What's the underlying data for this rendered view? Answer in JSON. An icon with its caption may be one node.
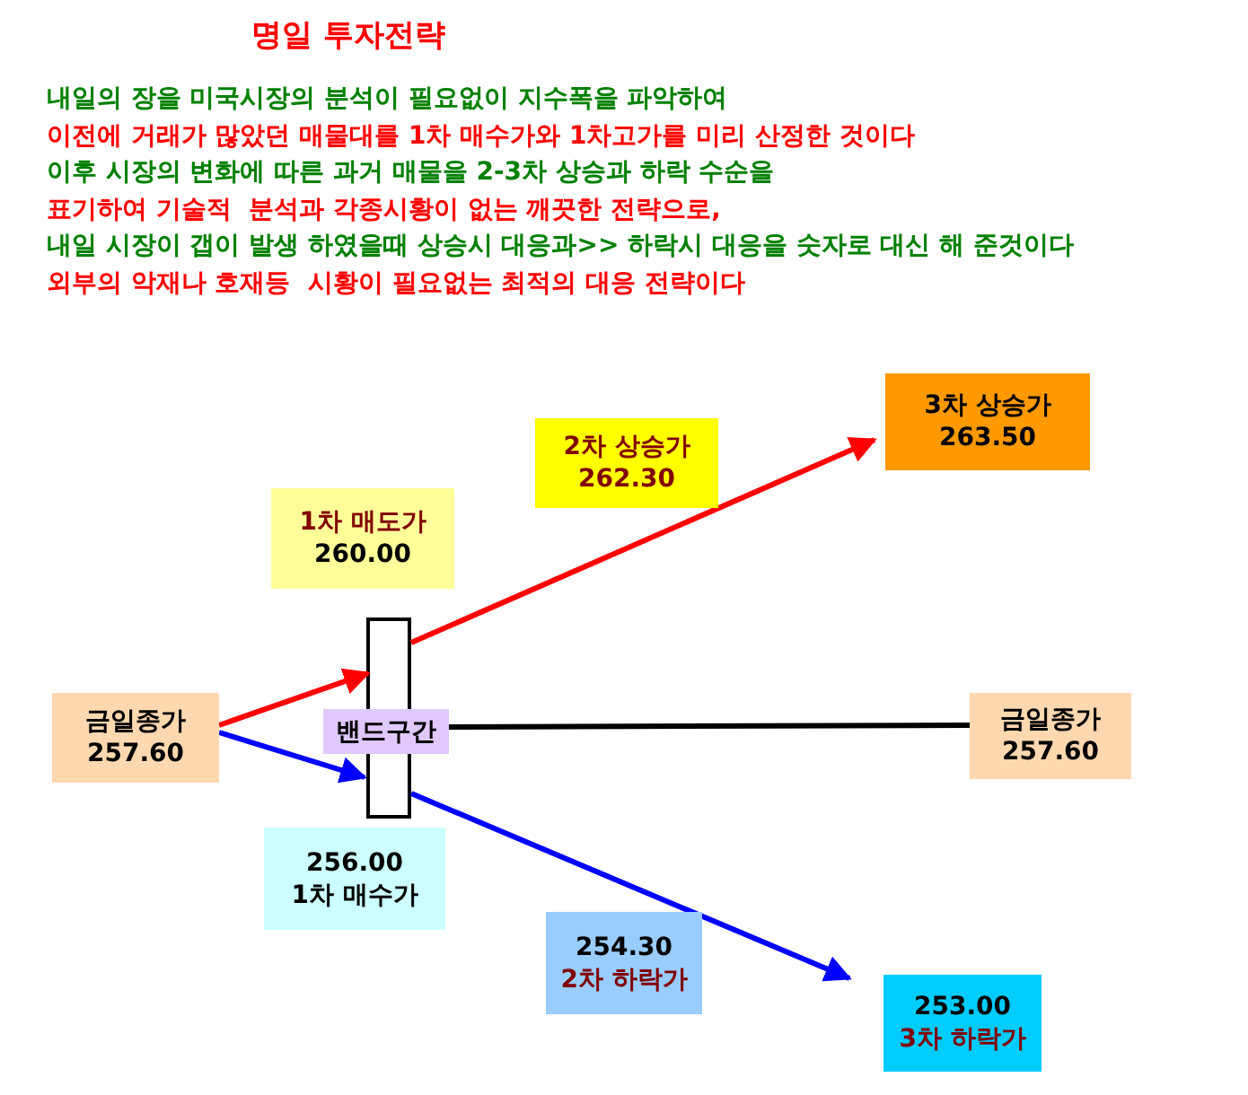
{
  "diagram": {
    "title": "명일 투자전략",
    "nodes": [
      {
        "text": [
          "3차 상승가",
          "263.50"
        ]
      },
      {
        "text": [
          "2차 상승가",
          "262.30"
        ]
      },
      {
        "text": [
          "1차 매도가",
          "260.00"
        ]
      },
      {
        "text": [],
        "shape": "bar"
      },
      {
        "text": [
          "금일종가",
          "257.60"
        ]
      },
      {
        "text": [
          "밴드구간"
        ]
      },
      {
        "text": [
          "금일종가",
          "257.60"
        ]
      },
      {
        "text": [
          "256.00",
          "1차 매수가"
        ]
      },
      {
        "text": [
          "254.30",
          "2차 하락가"
        ]
      },
      {
        "text": [
          "253.00",
          "3차 하락가"
        ]
      }
    ],
    "edges": [
      {
        "from": 4,
        "to": 3,
        "arrow": "to",
        "color": "#ff0000"
      },
      {
        "from": 3,
        "to": 0,
        "arrow": "to",
        "color": "#ff0000"
      },
      {
        "from": 4,
        "to": 3,
        "arrow": "to",
        "color": "#0000ff"
      },
      {
        "from": 3,
        "to": 9,
        "arrow": "to",
        "color": "#0000ff"
      },
      {
        "from": 5,
        "to": 6,
        "arrow": "none",
        "color": "#000000"
      }
    ],
    "labels": [
      "내일의 장을 미국시장의 분석이 필요없이 지수폭을 파악하여",
      "이전에 거래가 많았던 매물대를 1차 매수가와 1차고가를 미리 산정한 것이다",
      "이후 시장의 변화에 따른 과거 매물을 2-3차 상승과 하락 수순을",
      "표기하여 기술적  분석과 각종시황이 없는 깨끗한 전략으로,",
      "내일 시장이 갭이 발생 하였을때 상승시 대응과>> 하락시 대응을 숫자로 대신 해 준것이다",
      "외부의 악재나 호재등  시황이 필요없는 최적의 대응 전략이다"
    ]
  }
}
